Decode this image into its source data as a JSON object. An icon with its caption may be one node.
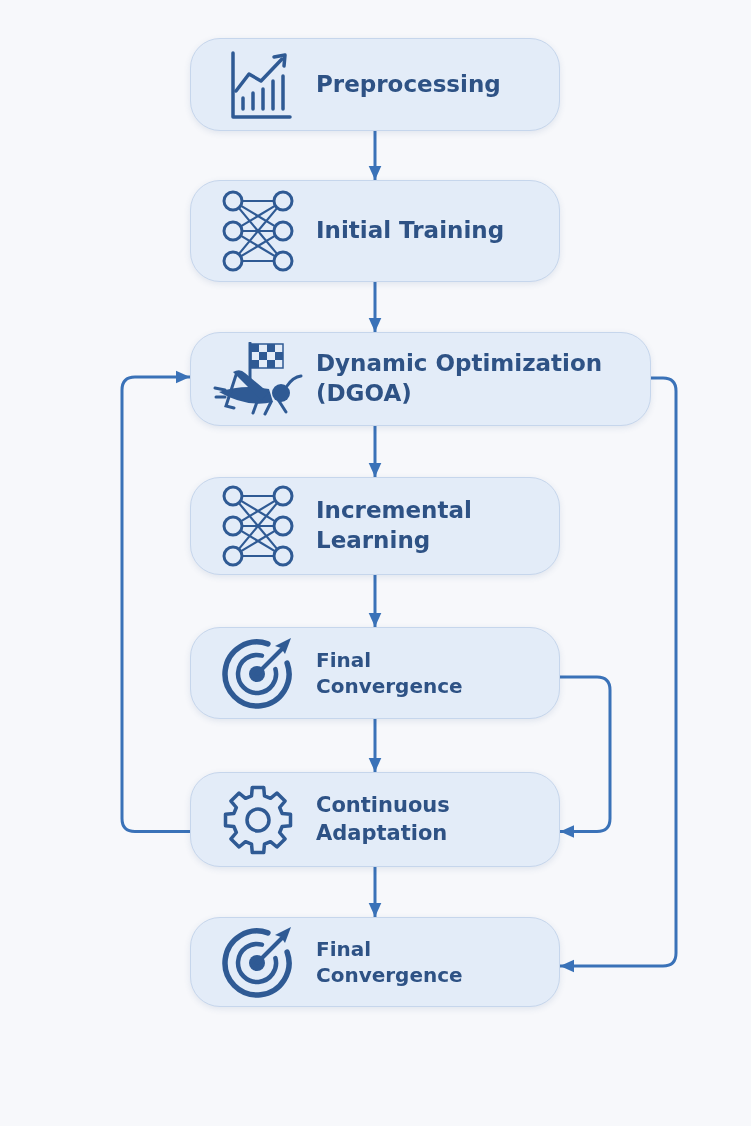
{
  "diagram": {
    "nodes": [
      {
        "text": [
          "Preprocessing"
        ]
      },
      {
        "text": [
          "Initial Training"
        ]
      },
      {
        "text": [
          "Dynamic Optimization (DGOA)"
        ]
      },
      {
        "text": [
          "Incremental Learning"
        ]
      },
      {
        "text": [
          "Final Convergence"
        ]
      },
      {
        "text": [
          "Continuous Adaptation"
        ]
      },
      {
        "text": [
          "Final Convergence"
        ]
      }
    ],
    "edges": [
      {
        "from": 0,
        "to": 1,
        "arrow": "to"
      },
      {
        "from": 1,
        "to": 2,
        "arrow": "to"
      },
      {
        "from": 2,
        "to": 3,
        "arrow": "to"
      },
      {
        "from": 3,
        "to": 4,
        "arrow": "to"
      },
      {
        "from": 4,
        "to": 5,
        "arrow": "to"
      },
      {
        "from": 5,
        "to": 6,
        "arrow": "to"
      },
      {
        "from": 5,
        "to": 2,
        "arrow": "to"
      },
      {
        "from": 4,
        "to": 5,
        "arrow": "to"
      },
      {
        "from": 2,
        "to": 6,
        "arrow": "to"
      }
    ]
  }
}
